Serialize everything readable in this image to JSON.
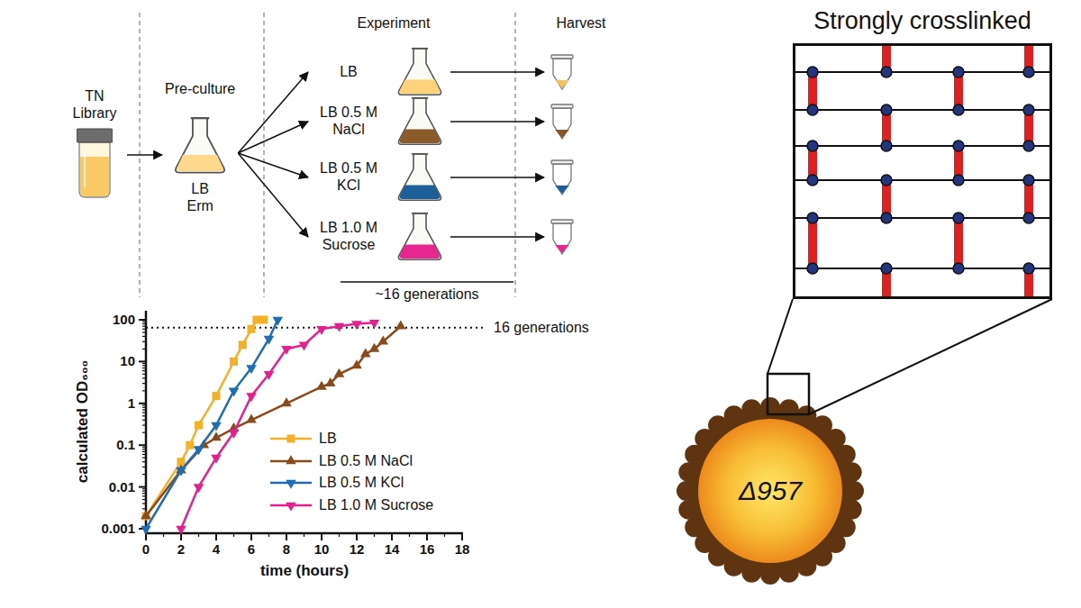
{
  "diagram": {
    "nodes": [
      {
        "text": [
          "TN Library"
        ]
      },
      {
        "text": [
          "Pre-culture",
          "LB Erm"
        ]
      },
      {
        "text": [
          "LB"
        ]
      },
      {
        "text": [
          "LB 0.5 M NaCl"
        ]
      },
      {
        "text": [
          "LB 0.5 M KCl"
        ]
      },
      {
        "text": [
          "LB 1.0 M Sucrose"
        ]
      },
      {
        "text": [
          "Strongly crosslinked"
        ]
      },
      {
        "text": [
          "Δ957"
        ]
      }
    ],
    "edges": [
      {
        "from": 0,
        "to": 1,
        "arrow": "to"
      },
      {
        "from": 1,
        "to": 2,
        "arrow": "to"
      },
      {
        "from": 1,
        "to": 3,
        "arrow": "to"
      },
      {
        "from": 1,
        "to": 4,
        "arrow": "to"
      },
      {
        "from": 1,
        "to": 5,
        "arrow": "to"
      }
    ],
    "labels": [
      "Experiment",
      "Harvest",
      "~16 generations",
      "100",
      "10",
      "1",
      "0.1",
      "0.01",
      "0.001",
      "0",
      "2",
      "4",
      "6",
      "8",
      "10",
      "12",
      "14",
      "16",
      "18",
      "16 generations",
      "calculated OD₆₀₀",
      "time (hours)"
    ],
    "legend": [
      {
        "text": "LB"
      },
      {
        "text": "LB 0.5 M NaCl"
      },
      {
        "text": "LB 0.5 M KCl"
      },
      {
        "text": "LB 1.0 M Sucrose"
      }
    ]
  }
}
